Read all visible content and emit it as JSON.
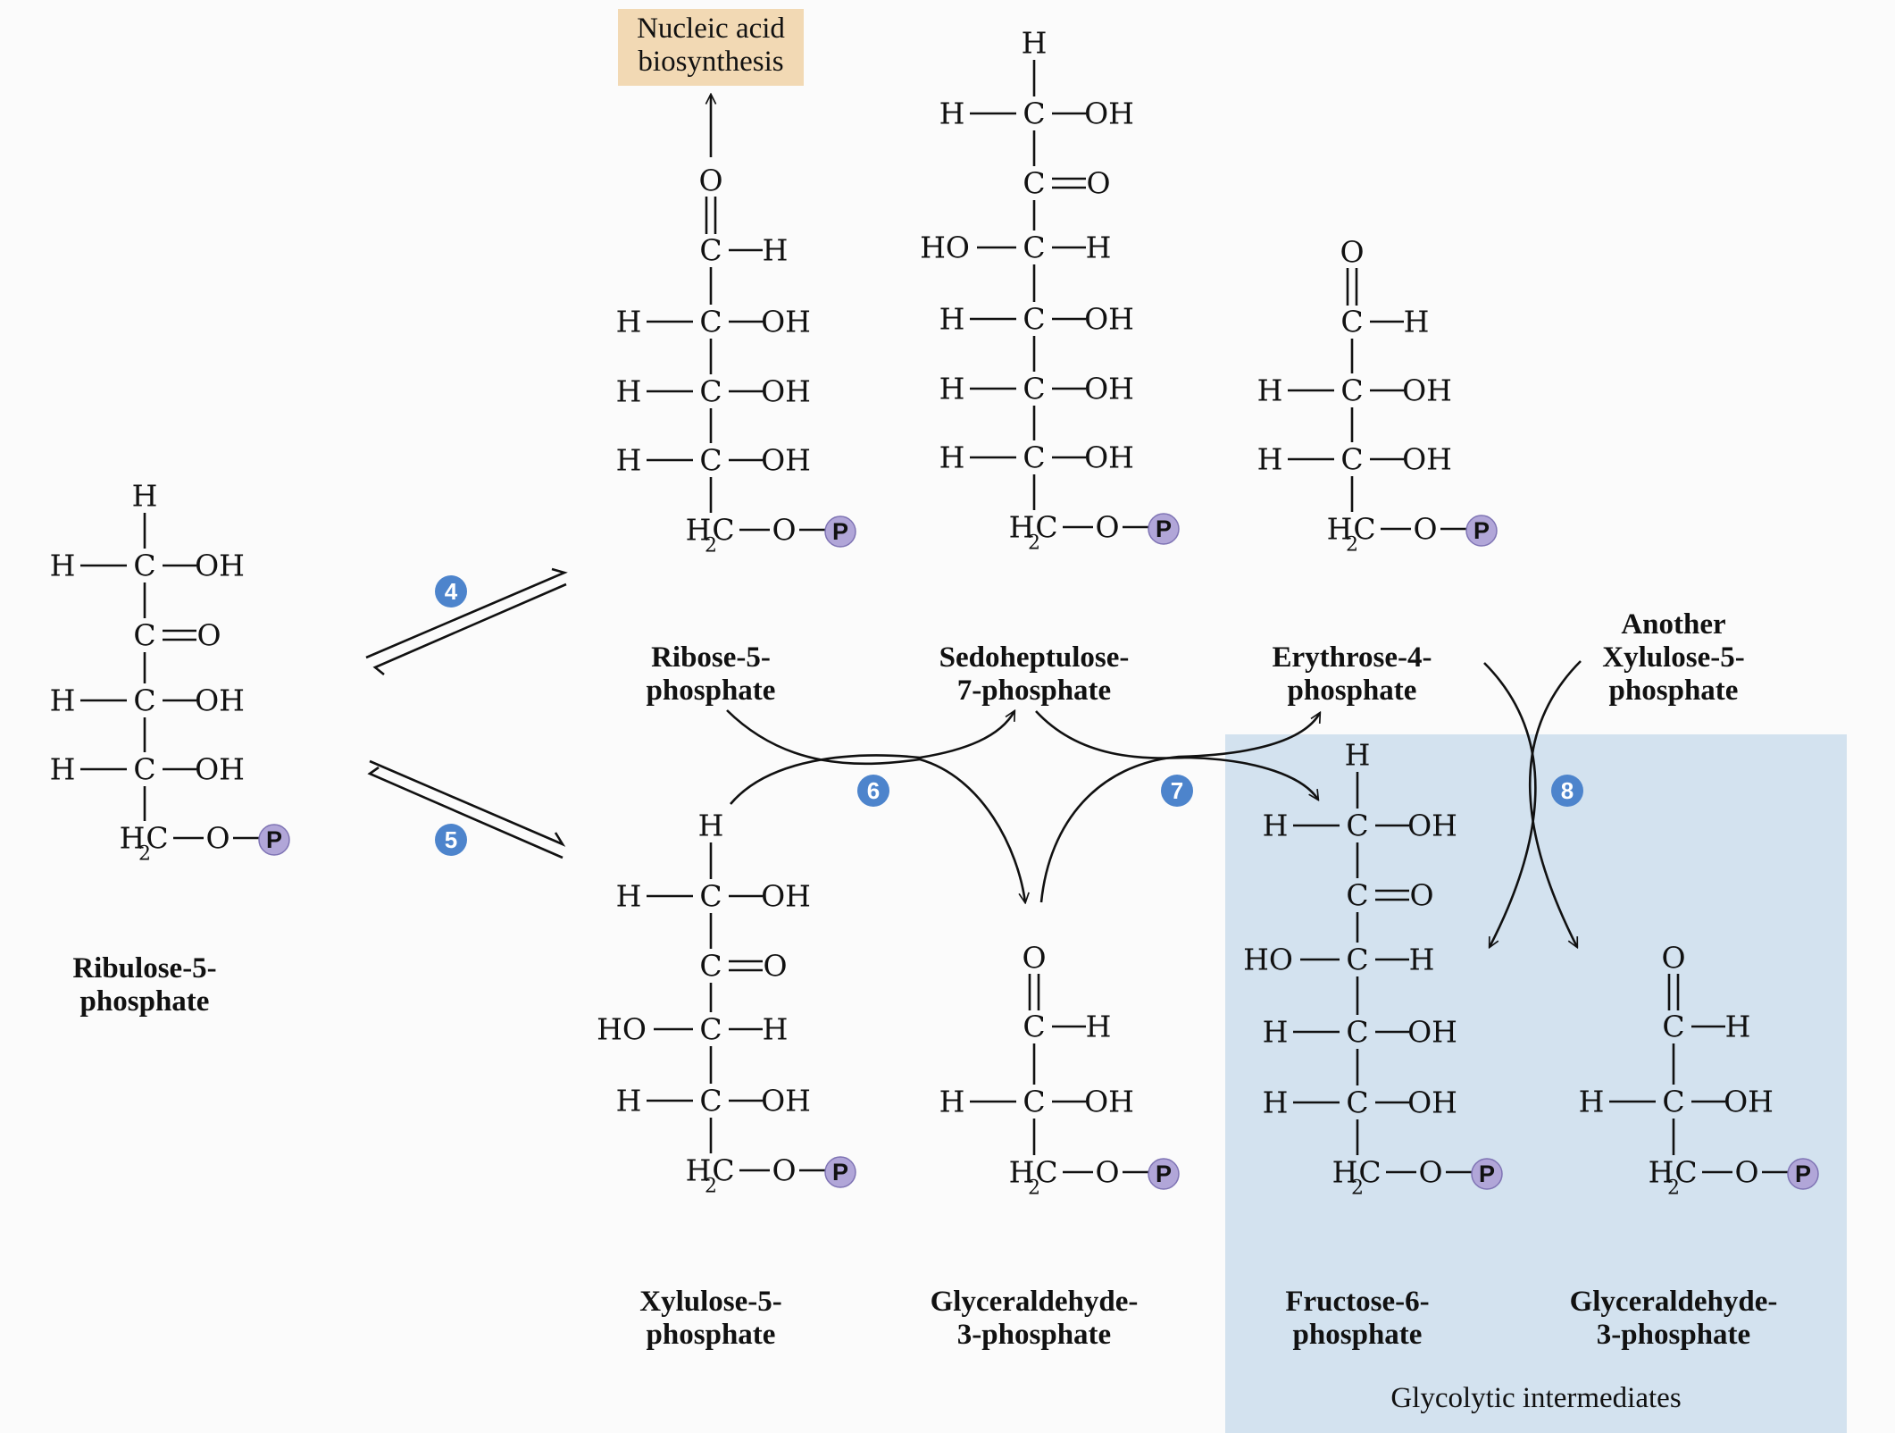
{
  "nucleic_box": [
    "Nucleic acid",
    "biosynthesis"
  ],
  "region_label": "Glycolytic intermediates",
  "colors": {
    "box_fill": "#f2d9b4",
    "region_fill": "#d3e2ef",
    "badge_fill": "#4d84cc",
    "phosphate_fill": "#b1a6d8"
  },
  "steps": [
    "4",
    "5",
    "6",
    "7",
    "8"
  ],
  "phosphate_symbol": "P",
  "h2_subscript": "2",
  "molecules": [
    {
      "id": "ribulose-5-phosphate",
      "name_lines": [
        "Ribulose-5-",
        "phosphate"
      ],
      "rows": [
        {
          "c": "H"
        },
        {
          "l": "H",
          "c": "C",
          "r": "OH"
        },
        {
          "c": "C",
          "r": "O",
          "dbl": true
        },
        {
          "l": "H",
          "c": "C",
          "r": "OH"
        },
        {
          "l": "H",
          "c": "C",
          "r": "OH"
        },
        {
          "c": "H2C",
          "r": "O",
          "p": true
        }
      ]
    },
    {
      "id": "ribose-5-phosphate",
      "name_lines": [
        "Ribose-5-",
        "phosphate"
      ],
      "rows": [
        {
          "c": "O",
          "dblbelow": true
        },
        {
          "c": "C",
          "r": "H"
        },
        {
          "l": "H",
          "c": "C",
          "r": "OH"
        },
        {
          "l": "H",
          "c": "C",
          "r": "OH"
        },
        {
          "l": "H",
          "c": "C",
          "r": "OH"
        },
        {
          "c": "H2C",
          "r": "O",
          "p": true
        }
      ]
    },
    {
      "id": "sedoheptulose-7-phosphate",
      "name_lines": [
        "Sedoheptulose-",
        "7-phosphate"
      ],
      "rows": [
        {
          "c": "H"
        },
        {
          "l": "H",
          "c": "C",
          "r": "OH"
        },
        {
          "c": "C",
          "r": "O",
          "dbl": true
        },
        {
          "l": "HO",
          "c": "C",
          "r": "H"
        },
        {
          "l": "H",
          "c": "C",
          "r": "OH"
        },
        {
          "l": "H",
          "c": "C",
          "r": "OH"
        },
        {
          "l": "H",
          "c": "C",
          "r": "OH"
        },
        {
          "c": "H2C",
          "r": "O",
          "p": true
        }
      ]
    },
    {
      "id": "erythrose-4-phosphate",
      "name_lines": [
        "Erythrose-4-",
        "phosphate"
      ],
      "rows": [
        {
          "c": "O",
          "dblbelow": true
        },
        {
          "c": "C",
          "r": "H"
        },
        {
          "l": "H",
          "c": "C",
          "r": "OH"
        },
        {
          "l": "H",
          "c": "C",
          "r": "OH"
        },
        {
          "c": "H2C",
          "r": "O",
          "p": true
        }
      ]
    },
    {
      "id": "another-xylulose-5-phosphate",
      "name_lines": [
        "Another",
        "Xylulose-5-",
        "phosphate"
      ],
      "rows": []
    },
    {
      "id": "xylulose-5-phosphate",
      "name_lines": [
        "Xylulose-5-",
        "phosphate"
      ],
      "rows": [
        {
          "c": "H"
        },
        {
          "l": "H",
          "c": "C",
          "r": "OH"
        },
        {
          "c": "C",
          "r": "O",
          "dbl": true
        },
        {
          "l": "HO",
          "c": "C",
          "r": "H"
        },
        {
          "l": "H",
          "c": "C",
          "r": "OH"
        },
        {
          "c": "H2C",
          "r": "O",
          "p": true
        }
      ]
    },
    {
      "id": "glyceraldehyde-3-phosphate-a",
      "name_lines": [
        "Glyceraldehyde-",
        "3-phosphate"
      ],
      "rows": [
        {
          "c": "O",
          "dblbelow": true
        },
        {
          "c": "C",
          "r": "H"
        },
        {
          "l": "H",
          "c": "C",
          "r": "OH"
        },
        {
          "c": "H2C",
          "r": "O",
          "p": true
        }
      ]
    },
    {
      "id": "fructose-6-phosphate",
      "name_lines": [
        "Fructose-6-",
        "phosphate"
      ],
      "rows": [
        {
          "c": "H"
        },
        {
          "l": "H",
          "c": "C",
          "r": "OH"
        },
        {
          "c": "C",
          "r": "O",
          "dbl": true
        },
        {
          "l": "HO",
          "c": "C",
          "r": "H"
        },
        {
          "l": "H",
          "c": "C",
          "r": "OH"
        },
        {
          "l": "H",
          "c": "C",
          "r": "OH"
        },
        {
          "c": "H2C",
          "r": "O",
          "p": true
        }
      ]
    },
    {
      "id": "glyceraldehyde-3-phosphate-b",
      "name_lines": [
        "Glyceraldehyde-",
        "3-phosphate"
      ],
      "rows": [
        {
          "c": "O",
          "dblbelow": true
        },
        {
          "c": "C",
          "r": "H"
        },
        {
          "l": "H",
          "c": "C",
          "r": "OH"
        },
        {
          "c": "H2C",
          "r": "O",
          "p": true
        }
      ]
    }
  ]
}
